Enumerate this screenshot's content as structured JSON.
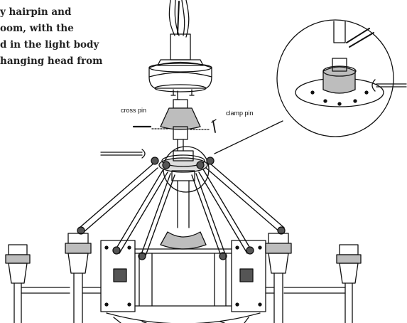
{
  "instructions": {
    "lines": [
      "y hairpin and",
      "oom, with the",
      "d in the light body",
      "hanging head from"
    ]
  },
  "callouts": {
    "cross_pin": "cross pin",
    "clamp_pin": "clamp pin"
  },
  "colors": {
    "line": "#111111",
    "fill_gray": "#bdbdbd",
    "fill_dark": "#555555",
    "background": "#ffffff"
  }
}
